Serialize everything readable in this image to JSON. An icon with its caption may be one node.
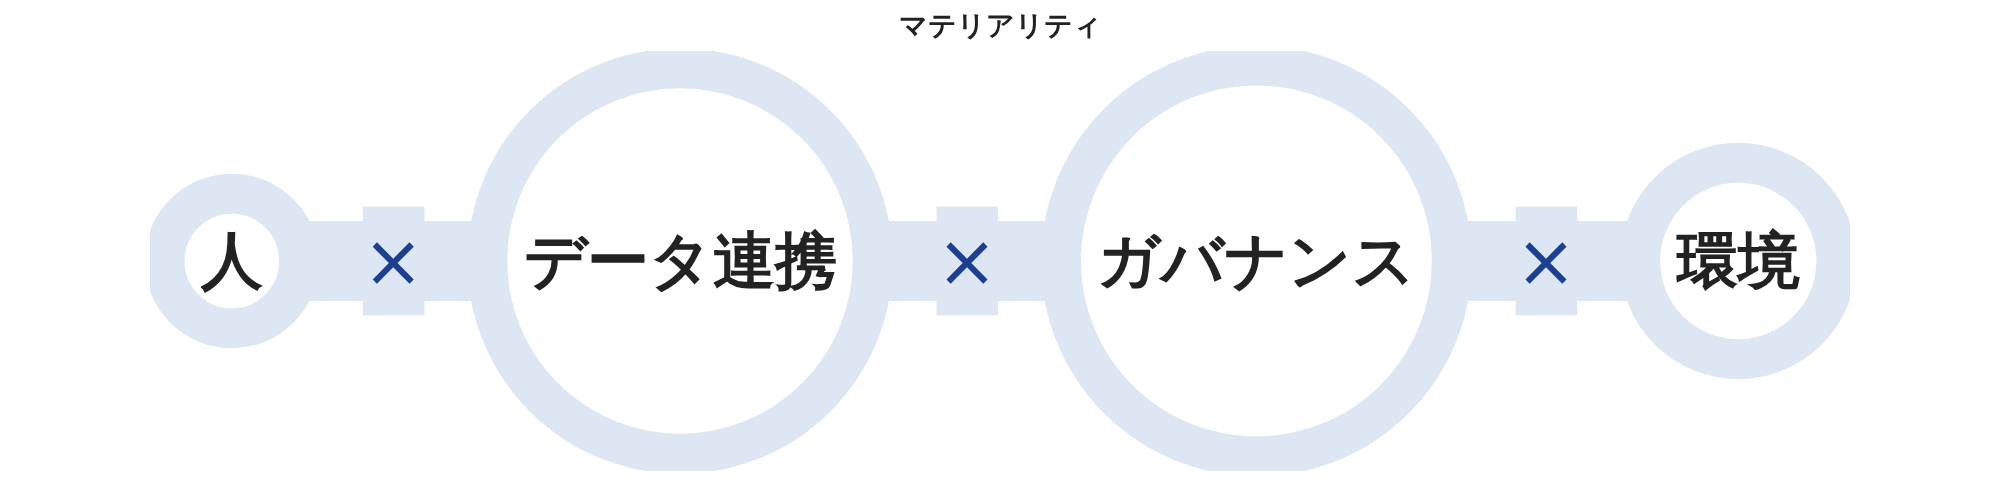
{
  "diagram": {
    "title": "マテリアリティ",
    "nodes": [
      {
        "text": [
          "人"
        ]
      },
      {
        "text": [
          "データ連携"
        ]
      },
      {
        "text": [
          "ガバナンス"
        ]
      },
      {
        "text": [
          "環境"
        ]
      }
    ],
    "edges": [
      {
        "from": 0,
        "to": 1,
        "arrow": "none",
        "label": "×"
      },
      {
        "from": 1,
        "to": 2,
        "arrow": "none",
        "label": "×"
      },
      {
        "from": 2,
        "to": 3,
        "arrow": "none",
        "label": "×"
      }
    ]
  }
}
